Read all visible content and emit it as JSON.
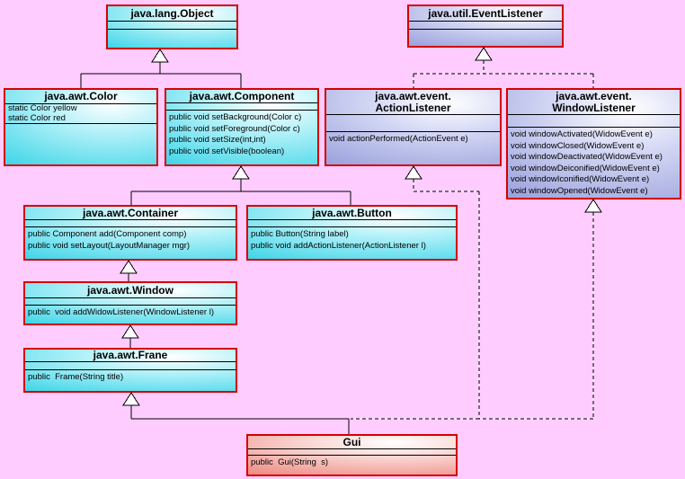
{
  "colors": {
    "background": "#FFCCFF",
    "box_border": "#D40000",
    "line": "#000000",
    "cyan_fill": "#43D6E8",
    "lavender_fill": "#9CA3DC",
    "red_fill": "#EF8B84"
  },
  "classes": [
    {
      "id": "object",
      "title_lines": [
        "java.lang.Object"
      ],
      "attributes": [],
      "methods": [],
      "theme": "cyan"
    },
    {
      "id": "eventlistener",
      "title_lines": [
        "java.util.EventListener"
      ],
      "attributes": [],
      "methods": [],
      "theme": "lavender"
    },
    {
      "id": "color",
      "title_lines": [
        "java.awt.Color"
      ],
      "attributes": [
        "static Color yellow",
        "static Color red"
      ],
      "methods": [],
      "theme": "cyan"
    },
    {
      "id": "component",
      "title_lines": [
        "java.awt.Component"
      ],
      "attributes": [],
      "methods": [
        "public void setBackground(Color c)",
        "public void setForeground(Color c)",
        "public void setSize(int,int)",
        "public void setVisible(boolean)"
      ],
      "theme": "cyan"
    },
    {
      "id": "actionlistener",
      "title_lines": [
        "java.awt.event.",
        "ActionListener"
      ],
      "attributes": [],
      "methods": [
        "void actionPerformed(ActionEvent e)"
      ],
      "theme": "lavender"
    },
    {
      "id": "windowlistener",
      "title_lines": [
        "java.awt.event.",
        "WindowListener"
      ],
      "attributes": [],
      "methods": [
        "void windowActivated(WidowEvent e)",
        "void windowClosed(WidowEvent e)",
        "void windowDeactivated(WidowEvent e)",
        "void windowDeiconified(WidowEvent e)",
        "void windowIconified(WidowEvent e)",
        "void windowOpened(WidowEvent e)"
      ],
      "theme": "lavender"
    },
    {
      "id": "container",
      "title_lines": [
        "java.awt.Container"
      ],
      "attributes": [],
      "methods": [
        "public Component add(Component comp)",
        "public void setLayout(LayoutManager mgr)"
      ],
      "theme": "cyan"
    },
    {
      "id": "button",
      "title_lines": [
        "java.awt.Button"
      ],
      "attributes": [],
      "methods": [
        "public Button(String label)",
        "public void addActionListener(ActionListener l)"
      ],
      "theme": "cyan"
    },
    {
      "id": "window",
      "title_lines": [
        "java.awt.Window"
      ],
      "attributes": [],
      "methods": [
        "public  void addWidowListener(WindowListener l)"
      ],
      "theme": "cyan"
    },
    {
      "id": "frame",
      "title_lines": [
        "java.awt.Frane"
      ],
      "attributes": [],
      "methods": [
        "public  Frame(String title)"
      ],
      "theme": "cyan"
    },
    {
      "id": "gui",
      "title_lines": [
        "Gui"
      ],
      "attributes": [],
      "methods": [
        "public  Gui(String  s)"
      ],
      "theme": "red"
    }
  ],
  "connectors": [
    {
      "name": "generalization-object-children",
      "kind": "generalization",
      "style": "solid",
      "parent": "java.lang.Object",
      "children": [
        "java.awt.Color",
        "java.awt.Component"
      ],
      "triangle": [
        178,
        55,
        69
      ],
      "segments": [
        [
          178,
          69,
          178,
          82
        ],
        [
          90,
          82,
          268,
          82
        ],
        [
          90,
          82,
          90,
          98
        ],
        [
          268,
          82,
          268,
          98
        ]
      ]
    },
    {
      "name": "realization-eventlistener-children",
      "kind": "realization",
      "style": "dashed",
      "parent": "java.util.EventListener",
      "children": [
        "java.awt.event.ActionListener",
        "java.awt.event.WindowListener"
      ],
      "triangle": [
        538,
        53,
        67
      ],
      "segments": [
        [
          538,
          67,
          538,
          82
        ],
        [
          460,
          82,
          660,
          82
        ],
        [
          460,
          82,
          460,
          98
        ],
        [
          660,
          82,
          660,
          98
        ]
      ]
    },
    {
      "name": "generalization-component-children",
      "kind": "generalization",
      "style": "solid",
      "parent": "java.awt.Component",
      "children": [
        "java.awt.Container",
        "java.awt.Button"
      ],
      "triangle": [
        268,
        185,
        199
      ],
      "segments": [
        [
          268,
          199,
          268,
          213
        ],
        [
          146,
          213,
          390,
          213
        ],
        [
          146,
          213,
          146,
          228
        ],
        [
          390,
          213,
          390,
          228
        ]
      ]
    },
    {
      "name": "generalization-window-container",
      "kind": "generalization",
      "style": "solid",
      "parent": "java.awt.Container",
      "children": [
        "java.awt.Window"
      ],
      "triangle": [
        143,
        290,
        304
      ],
      "segments": [
        [
          143,
          304,
          143,
          313
        ]
      ]
    },
    {
      "name": "generalization-frame-window",
      "kind": "generalization",
      "style": "solid",
      "parent": "java.awt.Window",
      "children": [
        "java.awt.Frane"
      ],
      "triangle": [
        145,
        362,
        376
      ],
      "segments": [
        [
          145,
          376,
          145,
          387
        ]
      ]
    },
    {
      "name": "generalization-gui-frame",
      "kind": "generalization",
      "style": "solid",
      "parent": "java.awt.Frane",
      "children": [
        "Gui"
      ],
      "triangle": [
        146,
        437,
        451
      ],
      "segments": [
        [
          146,
          451,
          146,
          466
        ],
        [
          146,
          466,
          388,
          466
        ],
        [
          388,
          466,
          388,
          483
        ]
      ]
    },
    {
      "name": "realization-gui-actionlistener",
      "kind": "realization",
      "style": "dashed",
      "parent": "java.awt.event.ActionListener",
      "children": [
        "Gui"
      ],
      "triangle": [
        460,
        185,
        199
      ],
      "segments": [
        [
          460,
          199,
          460,
          213
        ],
        [
          460,
          213,
          533,
          213
        ],
        [
          533,
          213,
          533,
          466
        ],
        [
          533,
          466,
          390,
          466
        ]
      ]
    },
    {
      "name": "realization-gui-windowlistener",
      "kind": "realization",
      "style": "dashed",
      "parent": "java.awt.event.WindowListener",
      "children": [
        "Gui"
      ],
      "triangle": [
        660,
        222,
        236
      ],
      "segments": [
        [
          660,
          236,
          660,
          466
        ],
        [
          660,
          466,
          533,
          466
        ]
      ]
    }
  ]
}
